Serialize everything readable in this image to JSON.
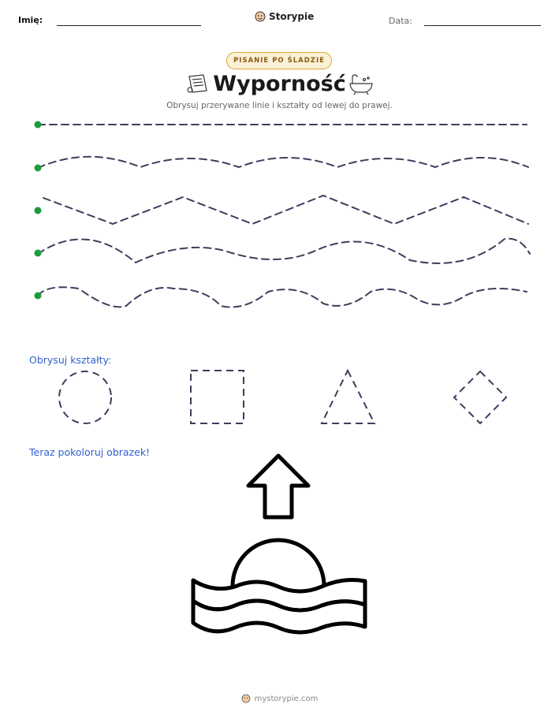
{
  "header": {
    "name_label": "Imię:",
    "brand": "Storypie",
    "date_label": "Data:"
  },
  "badge": "PISANIE PO ŚLADZIE",
  "title": "Wyporność",
  "subtitle": "Obrysuj przerywane linie i kształty od lewej do prawej.",
  "sections": {
    "shapes_label": "Obrysuj kształty:",
    "color_label": "Teraz pokoloruj obrazek!"
  },
  "icons": {
    "left": "paper-scroll-icon",
    "right": "bathtub-icon",
    "brand": "pie-mascot-icon"
  },
  "colors": {
    "dot": "#1e9b3c",
    "trace": "#3a3f5c",
    "badge_border": "#d9a72e",
    "section": "#2f5fd0"
  },
  "footer": "mystorypie.com"
}
